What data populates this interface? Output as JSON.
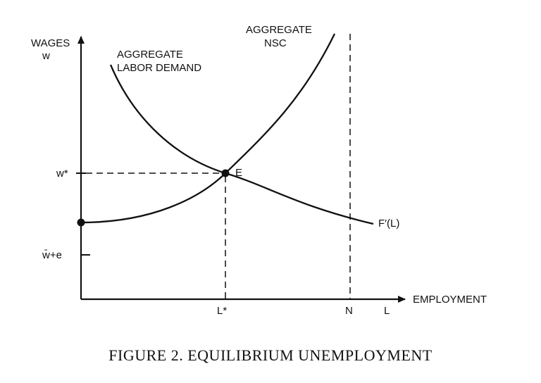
{
  "y_axis": {
    "title_line1": "WAGES",
    "title_line2": "w"
  },
  "x_axis": {
    "title": "EMPLOYMENT",
    "symbol": "L"
  },
  "curves": {
    "nsc_line1": "AGGREGATE",
    "nsc_line2": "NSC",
    "demand_line1": "AGGREGATE",
    "demand_line2": "LABOR DEMAND",
    "demand_name": "F′(L)"
  },
  "marks": {
    "w_star": "w*",
    "w_bar_e": "w̄+e",
    "l_star": "L*",
    "n": "N",
    "equilibrium": "E"
  },
  "caption": "FIGURE 2.  EQUILIBRIUM UNEMPLOYMENT"
}
